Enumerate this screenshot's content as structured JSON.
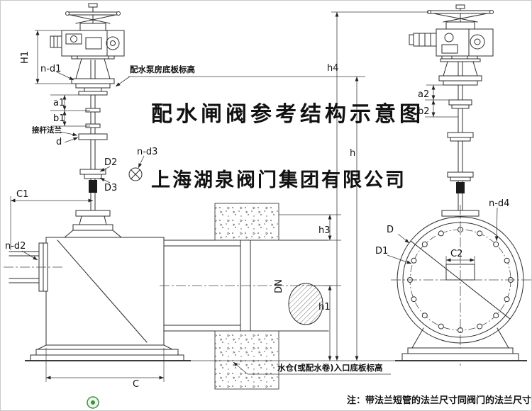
{
  "title": {
    "text": "配水闸阀参考结构示意图",
    "color": "#f20d0d"
  },
  "watermark": {
    "text": "上海湖泉阀门集团有限公司",
    "color": "#3b3b3b"
  },
  "note": {
    "text": "注：带法兰短管的法兰尺寸同阀门的法兰尺寸"
  },
  "callouts": {
    "pump_floor_level": "配水泵房底板标高",
    "stem_flange": "接杆法兰",
    "inlet_floor_level": "水仓(或配水卷)入口底板标高"
  },
  "dimensions": {
    "H1": "H1",
    "n_d1": "n-d1",
    "a1": "a1",
    "b1": "b1",
    "d": "d",
    "D2": "D2",
    "D3": "D3",
    "n_d3": "n-d3",
    "C1": "C1",
    "n_d2": "n-d2",
    "DN": "DN",
    "h3": "h3",
    "h1": "h1",
    "C": "C",
    "h4": "h4",
    "h": "h",
    "a2": "a2",
    "b2": "b2",
    "n_d4": "n-d4",
    "D": "D",
    "D1": "D1",
    "C2": "C2"
  }
}
